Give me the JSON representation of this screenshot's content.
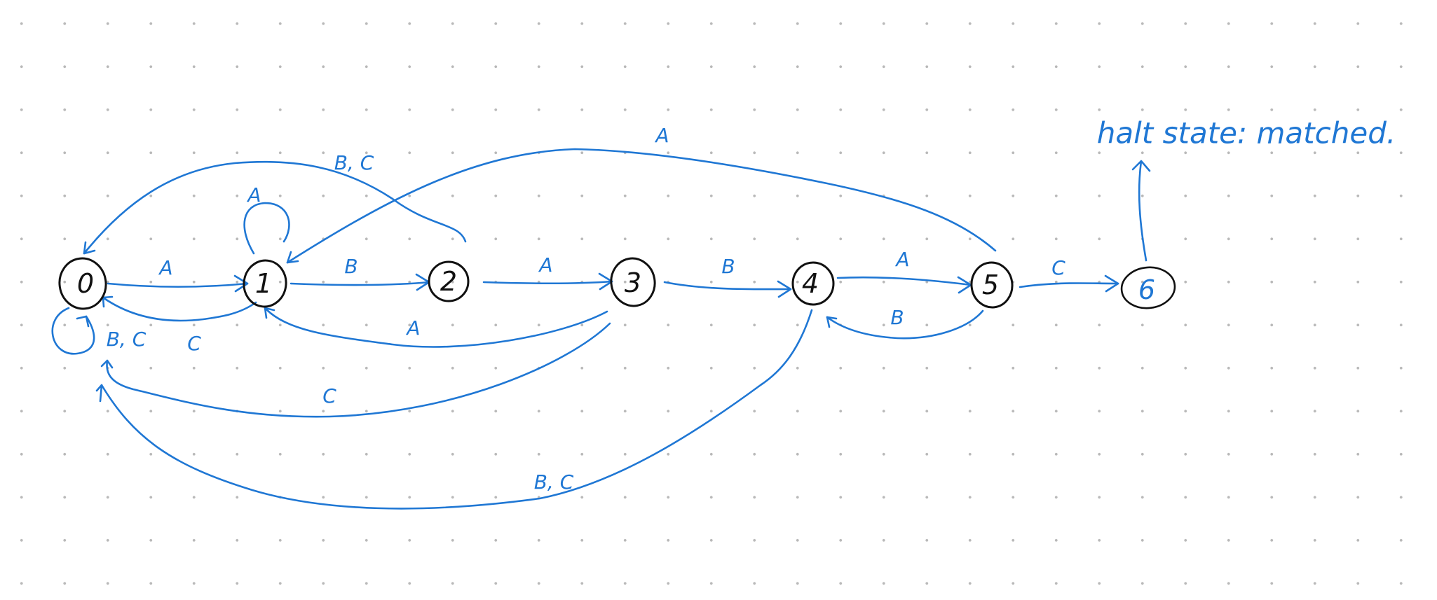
{
  "colors": {
    "ink": "#1f77d4",
    "node": "#111111"
  },
  "diagram": {
    "states": [
      {
        "id": "s0",
        "label": "0"
      },
      {
        "id": "s1",
        "label": "1"
      },
      {
        "id": "s2",
        "label": "2"
      },
      {
        "id": "s3",
        "label": "3"
      },
      {
        "id": "s4",
        "label": "4"
      },
      {
        "id": "s5",
        "label": "5"
      },
      {
        "id": "s6",
        "label": "6"
      }
    ],
    "transitions": [
      {
        "from": "0",
        "to": "1",
        "label": "A"
      },
      {
        "from": "0",
        "to": "0",
        "label": "B, C"
      },
      {
        "from": "1",
        "to": "1",
        "label": "A"
      },
      {
        "from": "1",
        "to": "2",
        "label": "B"
      },
      {
        "from": "1",
        "to": "0",
        "label": "C"
      },
      {
        "from": "2",
        "to": "3",
        "label": "A"
      },
      {
        "from": "2",
        "to": "0",
        "label": "B, C"
      },
      {
        "from": "3",
        "to": "4",
        "label": "B"
      },
      {
        "from": "3",
        "to": "1",
        "label": "A"
      },
      {
        "from": "3",
        "to": "0",
        "label": "C"
      },
      {
        "from": "4",
        "to": "5",
        "label": "A"
      },
      {
        "from": "4",
        "to": "0",
        "label": "B, C"
      },
      {
        "from": "5",
        "to": "6",
        "label": "C"
      },
      {
        "from": "5",
        "to": "4",
        "label": "B"
      },
      {
        "from": "5",
        "to": "1",
        "label": "A"
      }
    ],
    "halt_note": "halt state: matched."
  }
}
